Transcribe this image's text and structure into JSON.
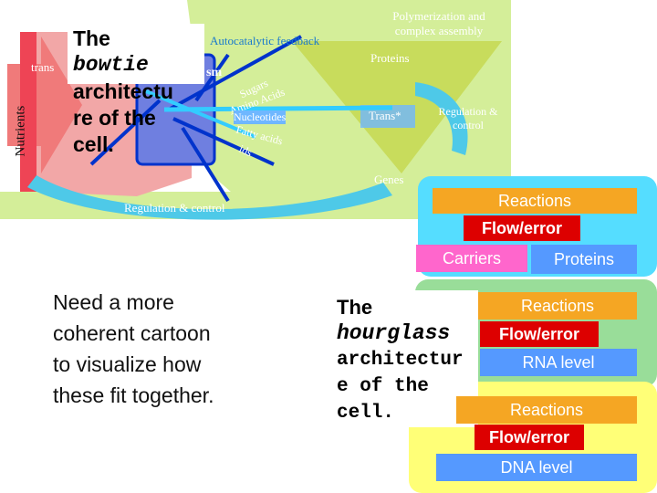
{
  "bowtie": {
    "title_line1": "The",
    "title_line2": "bowtie",
    "title_line3": "architectu",
    "title_line4": "re of the",
    "title_line5": "cell.",
    "nutrients": "Nutrients",
    "trans": "trans",
    "autocatalytic": "Autocatalytic feedback",
    "polymerization": "Polymerization and complex assembly",
    "proteins": "Proteins",
    "metabolism": "sm",
    "amino_acids": "Amino Acids",
    "nucleotides": "Nucleotides",
    "fatty_acids": "Fatty acids",
    "sugars": "Sugars",
    "lipids": "ids",
    "trans_box": "Trans*",
    "regulation_control_right": "Regulation & control",
    "genes": "Genes",
    "regulation_control_bottom": "Regulation & control"
  },
  "upper_stack": {
    "reactions": "Reactions",
    "flow_error": "Flow/error",
    "carriers": "Carriers",
    "proteins": "Proteins"
  },
  "note": {
    "text": "Need a more coherent cartoon to visualize how these fit together."
  },
  "hourglass": {
    "title_line1": "The",
    "title_line2": "hourglass",
    "title_line3": "architectur",
    "title_line4": "e of the",
    "title_line5": "cell.",
    "rna_reactions": "Reactions",
    "rna_flow_error": "Flow/error",
    "rna_level": "RNA level",
    "dna_reactions": "Reactions",
    "dna_flow_error": "Flow/error",
    "dna_level": "DNA level"
  },
  "colors": {
    "orange": "#f5a623",
    "red": "#dd0000",
    "pink": "#ff66cc",
    "blue": "#5599ff",
    "cyan": "#33ccff",
    "yellow": "#ffff66",
    "bowtie_green": "#d4ee99",
    "bowtie_pink": "#f2a7a7",
    "bowtie_navy": "#0033cc"
  }
}
